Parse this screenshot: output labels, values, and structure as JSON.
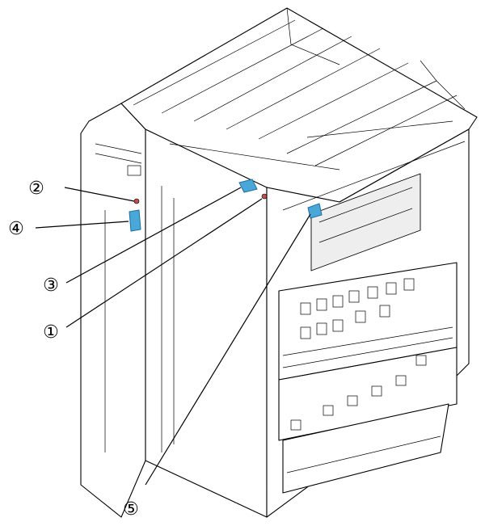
{
  "callouts": [
    {
      "id": "2",
      "label": "②"
    },
    {
      "id": "4",
      "label": "④"
    },
    {
      "id": "3",
      "label": "③"
    },
    {
      "id": "1",
      "label": "①"
    },
    {
      "id": "5",
      "label": "⑤"
    }
  ],
  "colors": {
    "part_highlight": "#4aa8d8",
    "part_highlight_dark": "#1d6fa3",
    "screw": "#c0504d",
    "line": "#000000",
    "background": "#ffffff"
  }
}
